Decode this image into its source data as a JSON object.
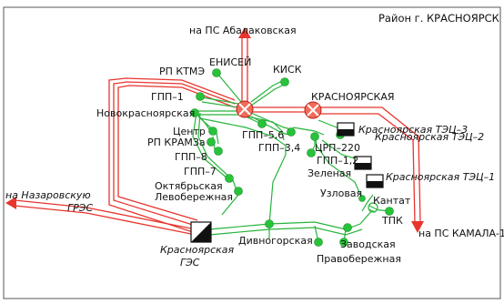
{
  "region_title": "Район г. КРАСНОЯРСК",
  "colors": {
    "line_500kv": "#e8352e",
    "line_220kv": "#27b43b",
    "node_fill": "#27c339",
    "border": "#555555",
    "text": "#111111"
  },
  "external_directions": {
    "abalakovskaya": "на ПС Абалаковская",
    "nazarovskaya": "на Назаровскую\nГРЭС",
    "kamala": "на ПС КАМАЛА-1"
  },
  "substations_500": {
    "kmz_node": "",
    "krasnoyarskaya": "КРАСНОЯРСКАЯ"
  },
  "labels": {
    "rp_ktme": "РП КТМЭ",
    "eniseyy": "ЕНИСЕЙ",
    "kisk": "КИСК",
    "gpp1": "ГПП–1",
    "novokrasnoyarskaya": "Новокрасноярская",
    "gpp56": "ГПП–5,6",
    "gpp34": "ГПП–3,4",
    "centr": "Центр",
    "rp_kramza": "РП КРАМЗа",
    "gpp8": "ГПП–8",
    "gpp7": "ГПП–7",
    "oktyabrskaya": "Октябрьская",
    "levoberezhnaya": "Левобережная",
    "crp220": "ЦРП–220",
    "gpp12": "ГПП–1,2",
    "zelenaya": "Зеленая",
    "uzlovaya": "Узловая",
    "kantat": "Кантат",
    "tpk": "ТПК",
    "zavodskaya": "Заводская",
    "divnogorskaya": "Дивногорская",
    "pravoberezhnaya": "Правобережная"
  },
  "plants": {
    "kges": "Красноярская\nГЭС",
    "tec3": "Красноярская ТЭЦ–3",
    "tec2": "Красноярская ТЭЦ–2",
    "tec1": "Красноярская ТЭЦ–1"
  }
}
